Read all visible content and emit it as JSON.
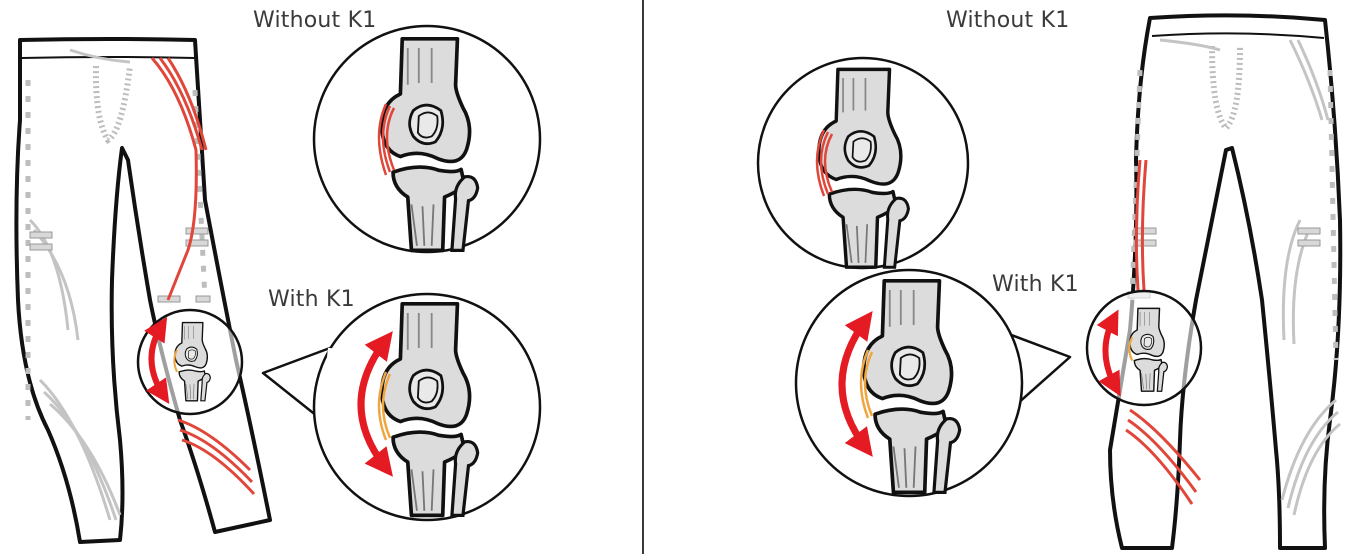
{
  "figure": {
    "left_panel": {
      "label_without": "Without K1",
      "label_with": "With K1"
    },
    "right_panel": {
      "label_without": "Without K1",
      "label_with": "With K1"
    }
  },
  "colors": {
    "outline": "#111111",
    "seam_gray": "#bdbdbd",
    "tape_red": "#e0473a",
    "arrow_red": "#e51b23",
    "ligament_orange": "#f0a640",
    "bone_fill": "#dcdcdc",
    "text": "#3a3a3a"
  }
}
